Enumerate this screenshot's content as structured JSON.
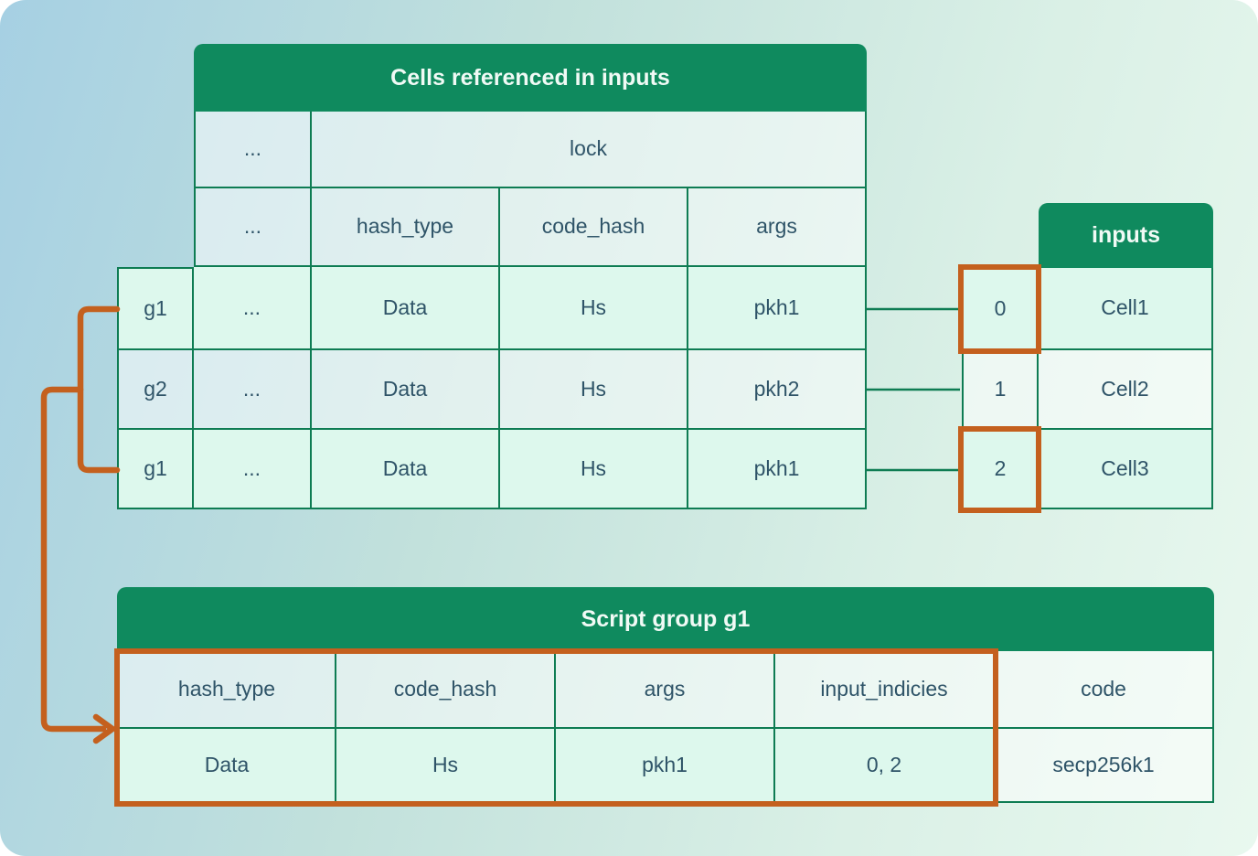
{
  "colors": {
    "header_green": "#0f8a5e",
    "border_green": "#0e7c53",
    "highlight_orange": "#c4601e",
    "mint_cell": "#ddf8ed",
    "text": "#2f5468"
  },
  "top_table": {
    "title": "Cells referenced in inputs",
    "ellipsis": "...",
    "lock_header": "lock",
    "sub_columns": [
      "hash_type",
      "code_hash",
      "args"
    ],
    "rows": [
      {
        "group": "g1",
        "ellipsis": "...",
        "hash_type": "Data",
        "code_hash": "Hs",
        "args": "pkh1"
      },
      {
        "group": "g2",
        "ellipsis": "...",
        "hash_type": "Data",
        "code_hash": "Hs",
        "args": "pkh2"
      },
      {
        "group": "g1",
        "ellipsis": "...",
        "hash_type": "Data",
        "code_hash": "Hs",
        "args": "pkh1"
      }
    ]
  },
  "inputs_table": {
    "title": "inputs",
    "rows": [
      {
        "index": "0",
        "cell": "Cell1"
      },
      {
        "index": "1",
        "cell": "Cell2"
      },
      {
        "index": "2",
        "cell": "Cell3"
      }
    ]
  },
  "script_group_table": {
    "title": "Script group g1",
    "columns": [
      "hash_type",
      "code_hash",
      "args",
      "input_indicies",
      "code"
    ],
    "values": [
      "Data",
      "Hs",
      "pkh1",
      "0, 2",
      "secp256k1"
    ]
  }
}
